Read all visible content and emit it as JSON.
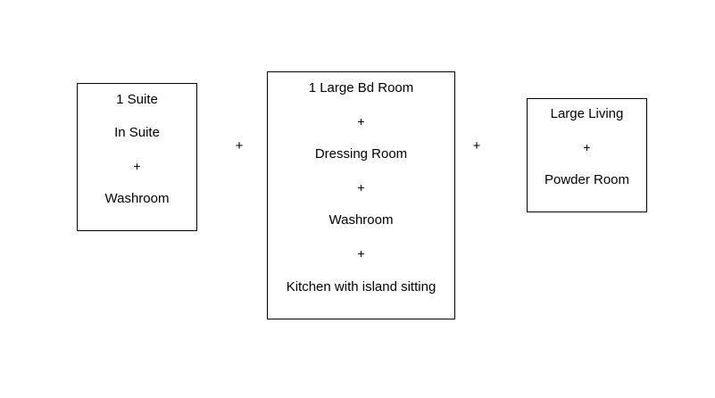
{
  "diagram": {
    "boxes": [
      {
        "lines": [
          "1 Suite",
          "In Suite",
          "+",
          "Washroom"
        ]
      },
      {
        "lines": [
          "1 Large Bd Room",
          "+",
          "Dressing Room",
          "+",
          "Washroom",
          "+",
          "Kitchen with island sitting"
        ]
      },
      {
        "lines": [
          "Large Living",
          "+",
          "Powder Room"
        ]
      }
    ],
    "connectors": [
      "+",
      "+"
    ]
  }
}
